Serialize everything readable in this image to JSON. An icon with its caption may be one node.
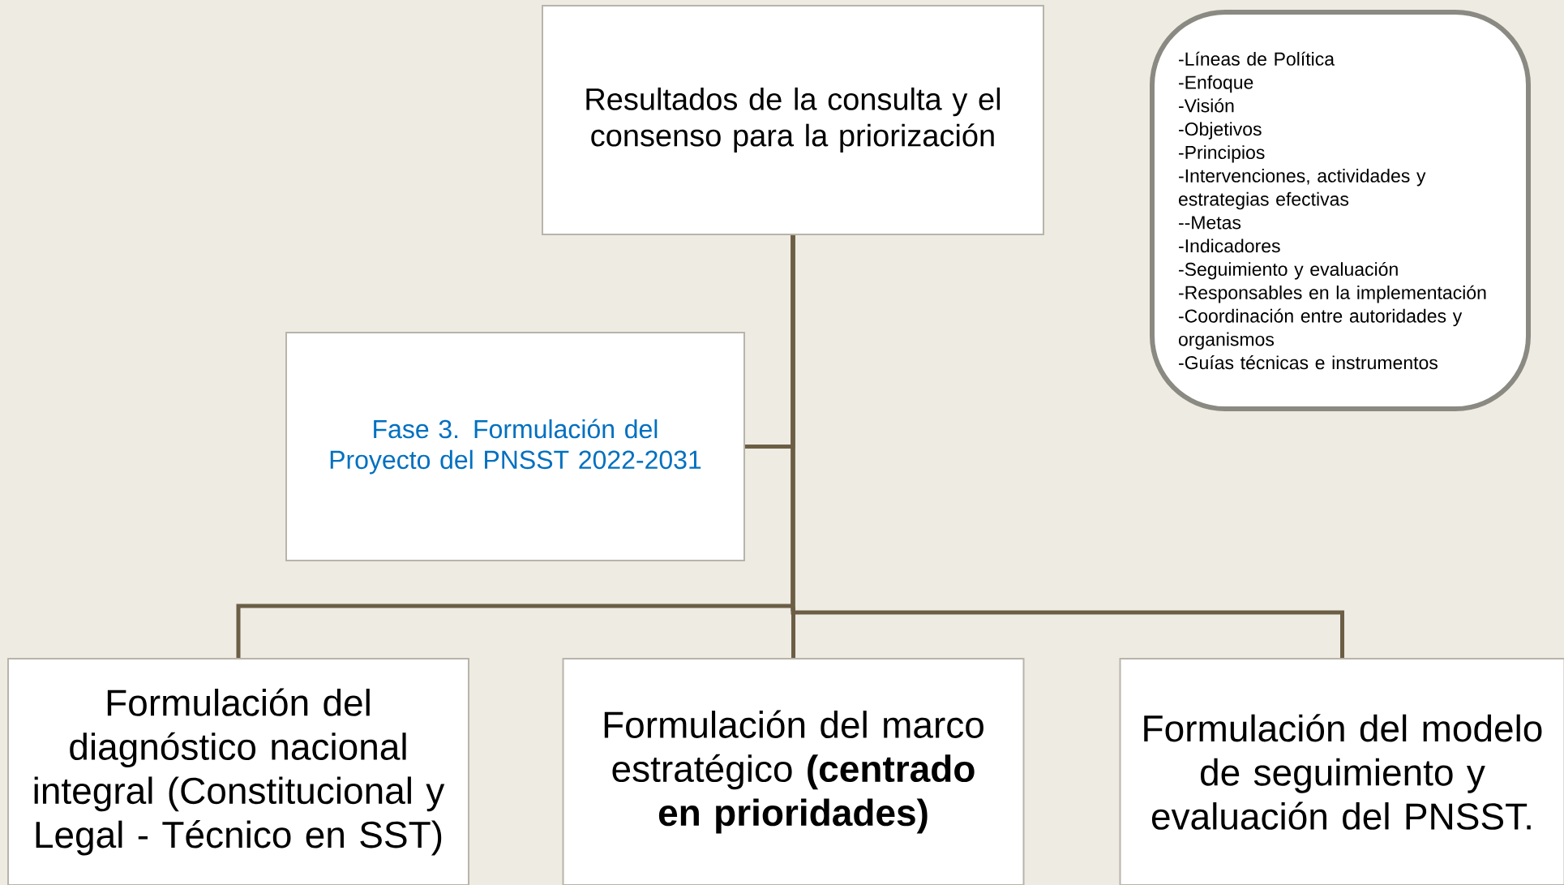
{
  "diagram": {
    "nodes": [
      {
        "text": [
          "Resultados de la consulta y el consenso para la priorización"
        ]
      },
      {
        "text": [
          "Fase 3. Formulación del Proyecto del PNSST 2022-2031"
        ]
      },
      {
        "text": [
          "Formulación del diagnóstico nacional integral (Constitucional y Legal - Técnico en SST)"
        ]
      },
      {
        "text": [
          "Formulación del marco estratégico **(centrado en prioridades)**"
        ]
      },
      {
        "text": [
          "Formulación del modelo de seguimiento y evaluación del PNSST."
        ]
      },
      {
        "text": [
          "-Líneas de Política",
          "-Enfoque",
          "-Visión",
          "-Objetivos",
          "-Principios",
          "-Intervenciones, actividades y estrategias efectivas",
          "--Metas",
          "-Indicadores",
          "-Seguimiento y evaluación",
          "-Responsables en la implementación",
          "-Coordinación entre autoridades y organismos",
          "-Guías técnicas e instrumentos"
        ]
      }
    ],
    "edges": [
      {
        "from": 0,
        "to": 1,
        "arrow": "none"
      },
      {
        "from": 0,
        "to": 2,
        "arrow": "none"
      },
      {
        "from": 0,
        "to": 3,
        "arrow": "none"
      },
      {
        "from": 0,
        "to": 4,
        "arrow": "none"
      }
    ]
  }
}
